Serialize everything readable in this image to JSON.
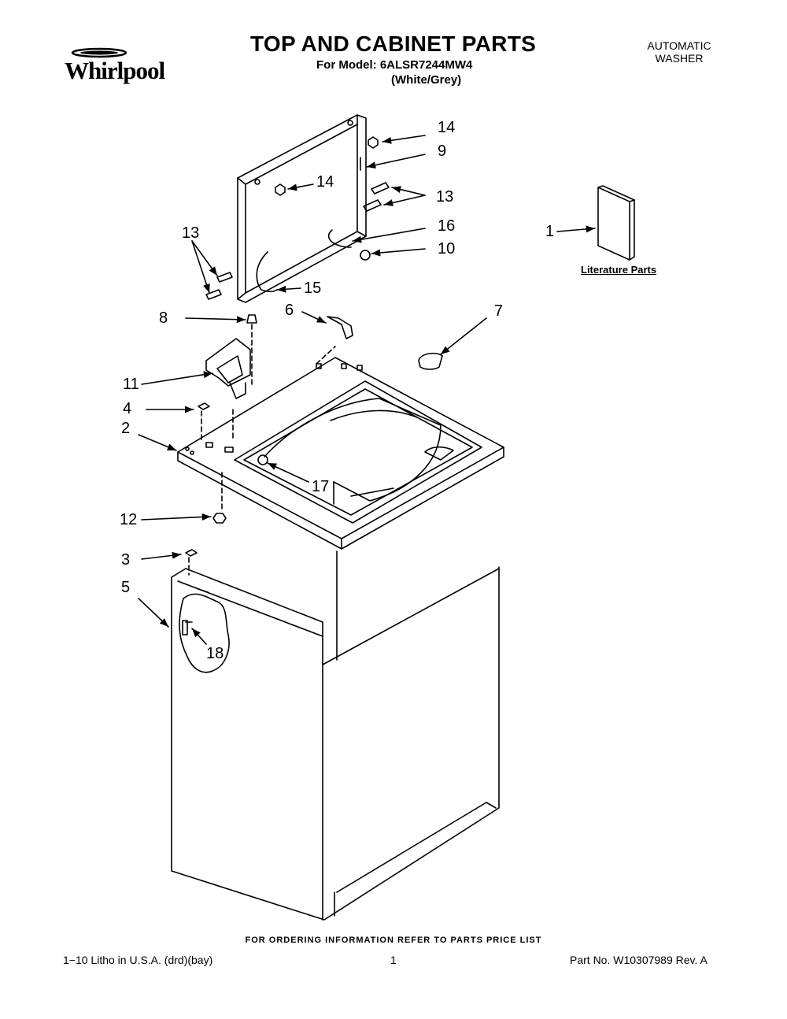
{
  "header": {
    "brand": "Whirlpool",
    "title": "TOP AND CABINET PARTS",
    "model_line": "For Model: 6ALSR7244MW4",
    "color_line": "(White/Grey)",
    "product_line1": "AUTOMATIC",
    "product_line2": "WASHER"
  },
  "literature_label": "Literature Parts",
  "callouts": [
    {
      "id": "c14a",
      "text": "14"
    },
    {
      "id": "c9",
      "text": "9"
    },
    {
      "id": "c14b",
      "text": "14"
    },
    {
      "id": "c13a",
      "text": "13"
    },
    {
      "id": "c13b",
      "text": "13"
    },
    {
      "id": "c16",
      "text": "16"
    },
    {
      "id": "c10",
      "text": "10"
    },
    {
      "id": "c1",
      "text": "1"
    },
    {
      "id": "c15",
      "text": "15"
    },
    {
      "id": "c8",
      "text": "8"
    },
    {
      "id": "c6",
      "text": "6"
    },
    {
      "id": "c7",
      "text": "7"
    },
    {
      "id": "c11",
      "text": "11"
    },
    {
      "id": "c4",
      "text": "4"
    },
    {
      "id": "c2",
      "text": "2"
    },
    {
      "id": "c17",
      "text": "17"
    },
    {
      "id": "c12",
      "text": "12"
    },
    {
      "id": "c3",
      "text": "3"
    },
    {
      "id": "c5",
      "text": "5"
    },
    {
      "id": "c18",
      "text": "18"
    }
  ],
  "footer": {
    "ordering_note": "FOR ORDERING INFORMATION REFER TO PARTS PRICE LIST",
    "litho": "1−10 Litho in U.S.A. (drd)(bay)",
    "page": "1",
    "part_no": "Part No. W10307989 Rev. A"
  }
}
